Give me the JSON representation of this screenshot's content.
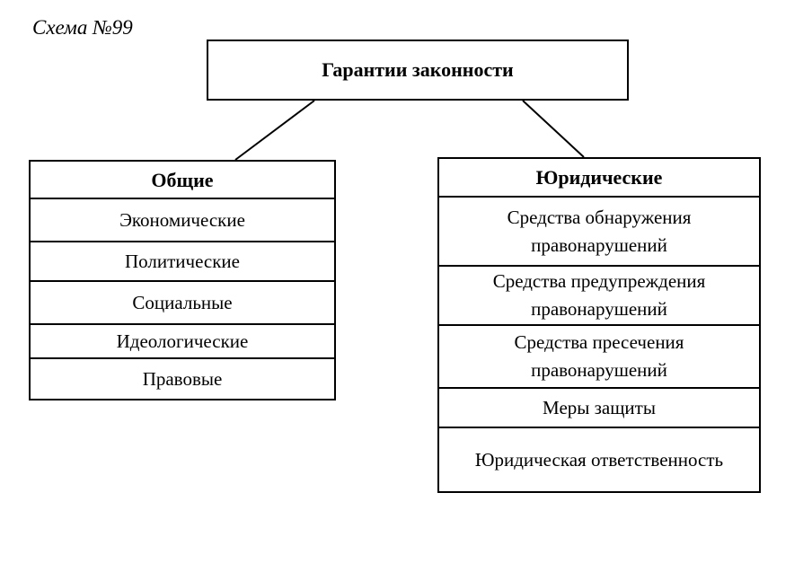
{
  "caption": "Схема №99",
  "root": {
    "title": "Гарантии законности"
  },
  "left": {
    "title": "Общие",
    "items": [
      "Экономические",
      "Политические",
      "Социальные",
      "Идеологические",
      "Правовые"
    ]
  },
  "right": {
    "title": "Юридические",
    "items": [
      "Средства обнаружения правонарушений",
      "Средства предупреждения правонарушений",
      "Средства пресечения правонарушений",
      "Меры защиты",
      "Юридическая ответственность"
    ]
  }
}
